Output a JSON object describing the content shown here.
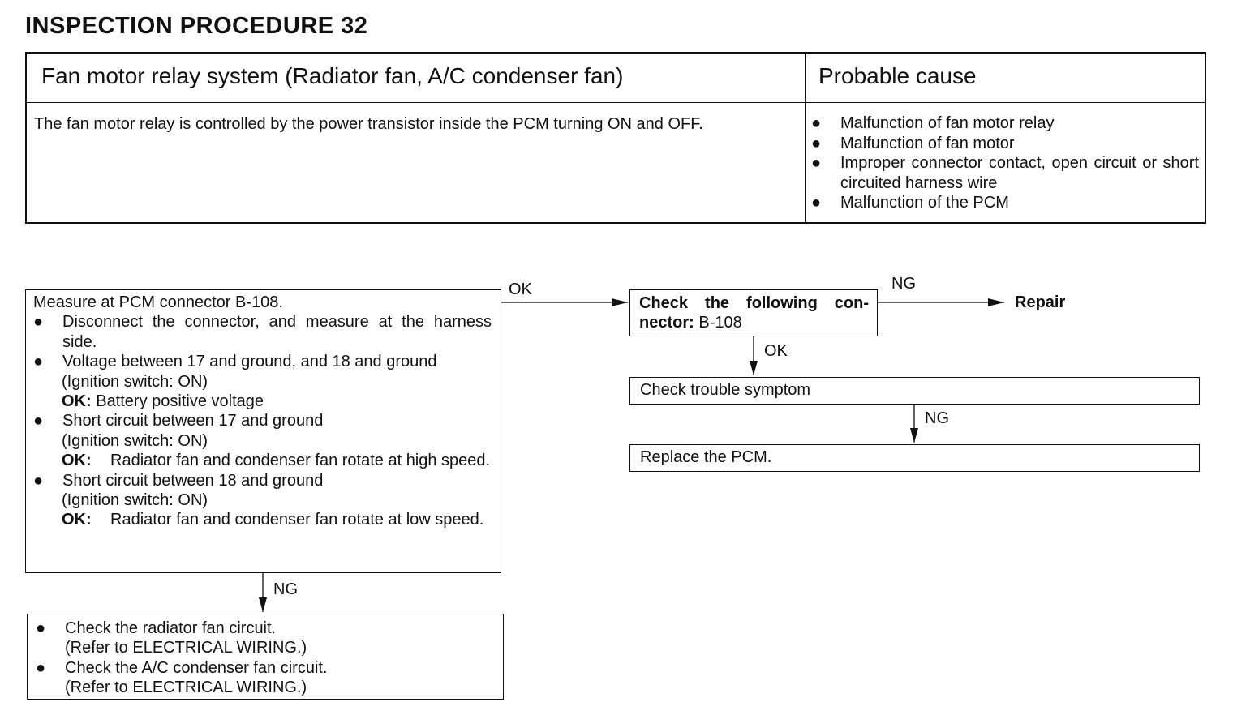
{
  "title": "INSPECTION  PROCEDURE  32",
  "table": {
    "header_system": "Fan motor relay system (Radiator fan, A/C condenser fan)",
    "header_cause": "Probable cause",
    "description": "The fan motor relay is controlled by the power transistor inside the PCM turning ON and OFF.",
    "bullet": "●",
    "causes": [
      "Malfunction of fan motor relay",
      "Malfunction of fan motor",
      "Improper connector contact, open circuit or short circuited harness wire",
      "Malfunction of the PCM"
    ]
  },
  "flow": {
    "measure": {
      "title": "Measure at PCM connector B-108.",
      "step1": "Disconnect the connector, and measure at the harness side.",
      "step2": "Voltage between 17 and ground, and 18 and ground",
      "step2_cond": "(Ignition switch: ON)",
      "step2_ok_label": "OK:",
      "step2_ok": "Battery positive voltage",
      "step3": "Short circuit between 17 and ground",
      "step3_cond": "(Ignition switch: ON)",
      "step3_ok_label": "OK:",
      "step3_ok": "Radiator fan and condenser fan rotate at high speed.",
      "step4": "Short circuit between 18 and ground",
      "step4_cond": "(Ignition switch: ON)",
      "step4_ok_label": "OK:",
      "step4_ok": "Radiator fan and condenser fan rotate at low speed."
    },
    "circuits": {
      "item1": "Check the radiator fan circuit.",
      "item1_ref": "(Refer to ELECTRICAL WIRING.)",
      "item2": "Check the A/C condenser fan circuit.",
      "item2_ref": "(Refer to ELECTRICAL WIRING.)"
    },
    "connector": {
      "label": "Check the following con-nector:",
      "value": "B-108"
    },
    "symptom": "Check trouble symptom",
    "replace": "Replace the PCM.",
    "repair": "Repair",
    "labels": {
      "ok1": "OK",
      "ng1": "NG",
      "ng2": "NG",
      "ok2": "OK",
      "ng3": "NG"
    }
  }
}
